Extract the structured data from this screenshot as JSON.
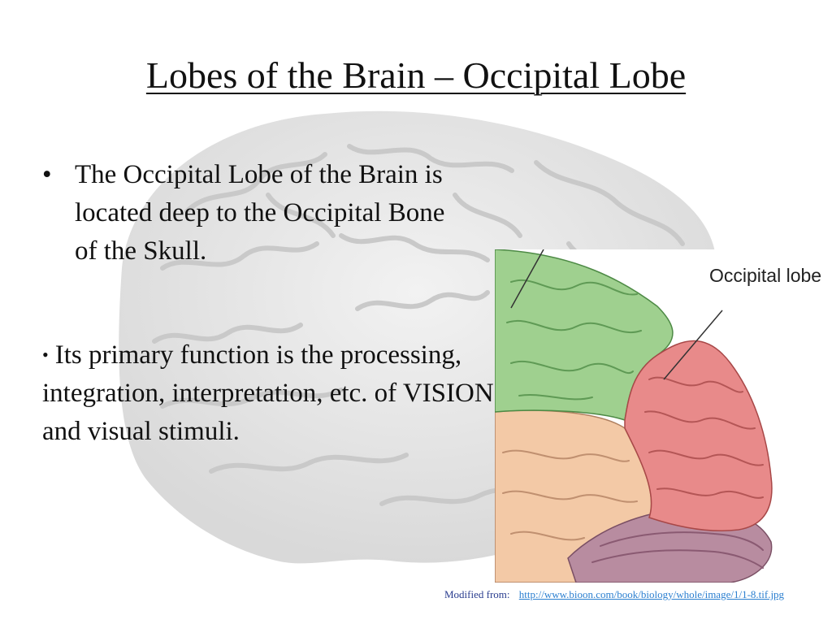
{
  "slide": {
    "title": "Lobes of the Brain – Occipital Lobe",
    "bullet_symbol": "•",
    "bullets": [
      "The Occipital Lobe of the Brain is located deep to the Occipital Bone of the Skull.",
      "Its primary function is the processing, integration, interpretation, etc. of VISION and visual stimuli."
    ],
    "figure_label": "Occipital lobe",
    "credit_prefix": "Modified  from:",
    "credit_link": "http://www.bioon.com/book/biology/whole/image/1/1-8.tif.jpg"
  },
  "colors": {
    "occipital": "#e88a8a",
    "parietal": "#9fd08f",
    "temporal": "#f3c9a6",
    "cerebellum": "#b88ca0",
    "background_brain": "#e6e6e6"
  }
}
